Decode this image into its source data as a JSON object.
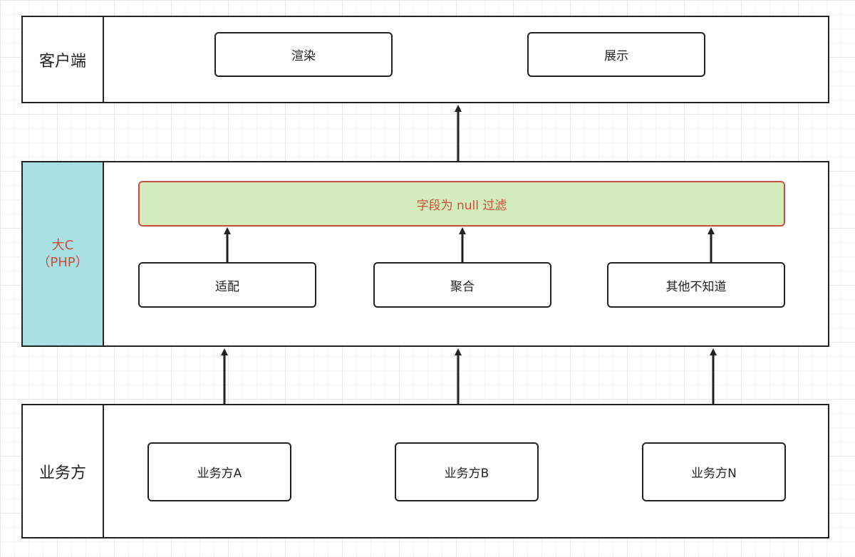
{
  "client": {
    "label": "客户端",
    "nodes": [
      "渲染",
      "展示"
    ]
  },
  "middle": {
    "label_line1": "大C",
    "label_line2": "（PHP）",
    "filter": "字段为 null 过滤",
    "nodes": [
      "适配",
      "聚合",
      "其他不知道"
    ]
  },
  "business": {
    "label": "业务方",
    "nodes": [
      "业务方A",
      "业务方B",
      "业务方N"
    ]
  },
  "colors": {
    "php_label_bg": "#a8dfe3",
    "highlight_text": "#c9503f",
    "filter_bg": "#d4ebbb",
    "stroke": "#222222"
  }
}
